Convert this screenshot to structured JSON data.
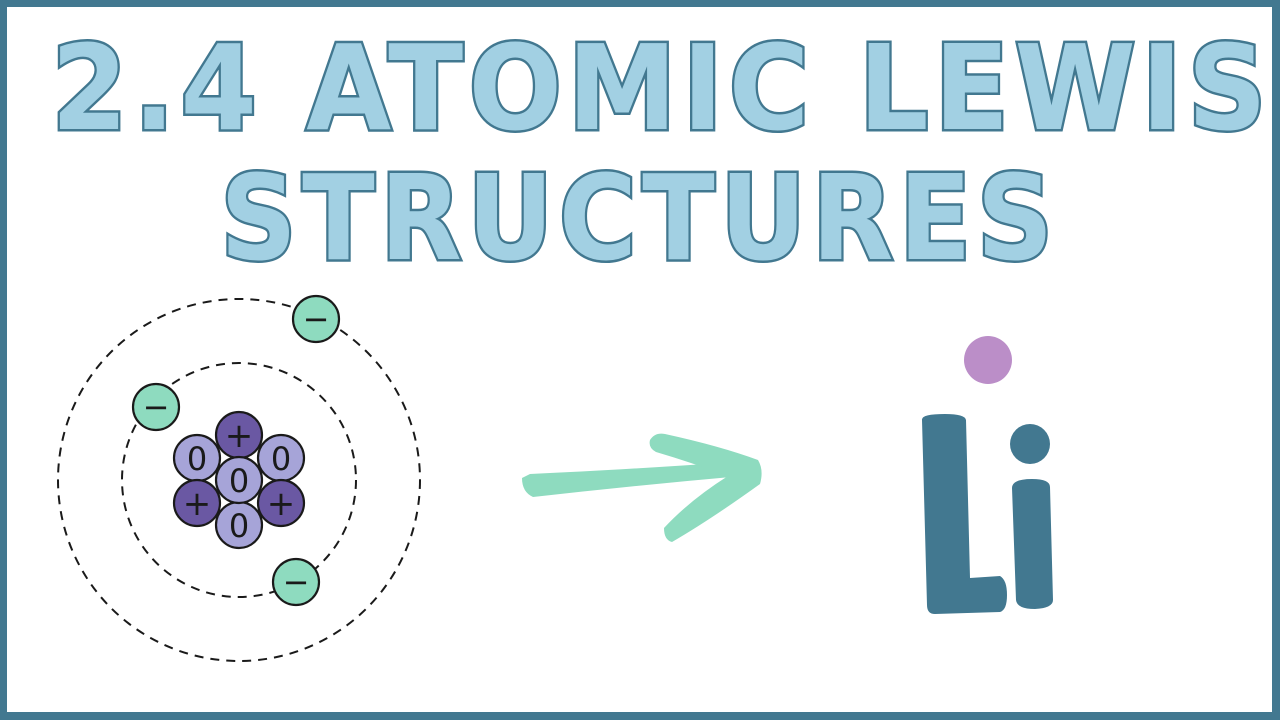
{
  "title": {
    "line1": "2.4 ATOMIC LEWIS",
    "line2": "STRUCTURES"
  },
  "colors": {
    "border": "#427890",
    "title_fill": "#a2d0e3",
    "title_stroke": "#427890",
    "electron": "#8edbbf",
    "proton": "#6a58a3",
    "neutron": "#a6a4d8",
    "arrow": "#8edbbf",
    "lewis_symbol": "#427890",
    "valence_dot": "#bb8ec8"
  },
  "atom_diagram": {
    "nucleus": {
      "protons": [
        {
          "label": "+"
        },
        {
          "label": "+"
        },
        {
          "label": "+"
        }
      ],
      "neutrons": [
        {
          "label": "0"
        },
        {
          "label": "0"
        },
        {
          "label": "0"
        },
        {
          "label": "0"
        }
      ]
    },
    "shells": [
      {
        "name": "inner",
        "electrons": [
          {
            "label": "−"
          },
          {
            "label": "−"
          }
        ]
      },
      {
        "name": "outer",
        "electrons": [
          {
            "label": "−"
          }
        ]
      }
    ]
  },
  "arrow": {
    "direction": "right"
  },
  "lewis_structure": {
    "symbol": "Li",
    "valence_electrons": 1
  }
}
